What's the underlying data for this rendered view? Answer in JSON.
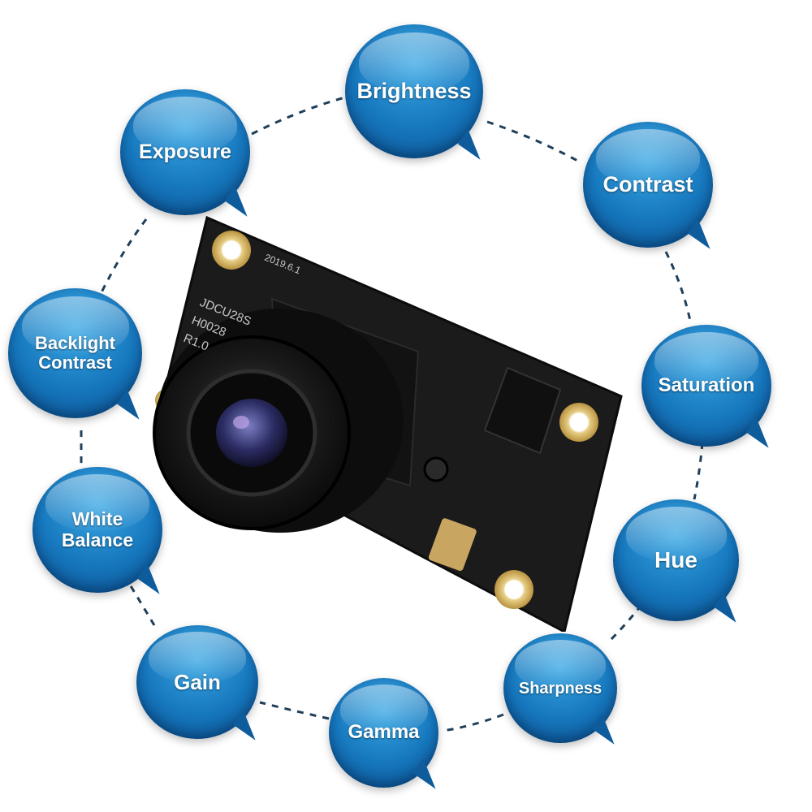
{
  "bubbles": {
    "brightness": "Brightness",
    "exposure": "Exposure",
    "contrast": "Contrast",
    "backlight_contrast": "Backlight\nContrast",
    "saturation": "Saturation",
    "white_balance": "White\nBalance",
    "hue": "Hue",
    "gain": "Gain",
    "sharpness": "Sharpness",
    "gamma": "Gamma"
  },
  "board_text": {
    "date": "2019.6.1",
    "model_line1": "JDCU28S",
    "model_line2": "H0028",
    "model_line3": "R1.0"
  },
  "colors": {
    "bubble_blue": "#1677bd",
    "board_black": "#1b1b1b",
    "gold_pad": "#d9b96a"
  }
}
